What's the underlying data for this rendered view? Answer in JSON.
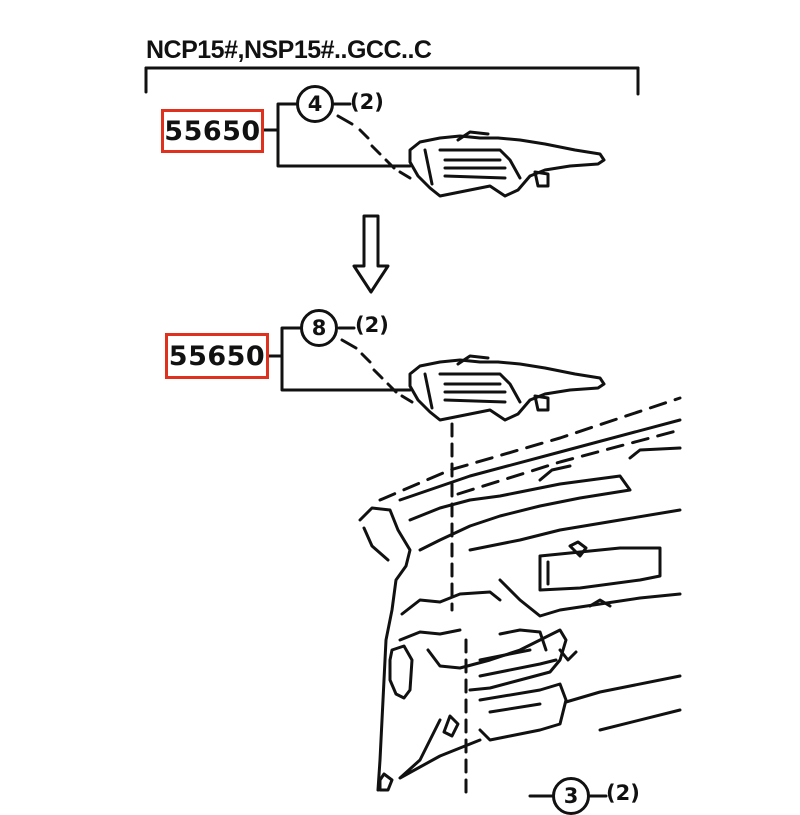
{
  "header": {
    "title": "NCP15#,NSP15#..GCC..C"
  },
  "groups": [
    {
      "part_number": "55650",
      "callout": "4",
      "quantity": "(2)",
      "highlight_color": "#e0301e",
      "state": "before"
    },
    {
      "part_number": "55650",
      "callout": "8",
      "quantity": "(2)",
      "highlight_color": "#e0301e",
      "state": "after"
    }
  ],
  "bottom_callout": {
    "callout": "3",
    "quantity": "(2)"
  },
  "icons": {
    "replacement_arrow": "down-arrow-icon"
  }
}
